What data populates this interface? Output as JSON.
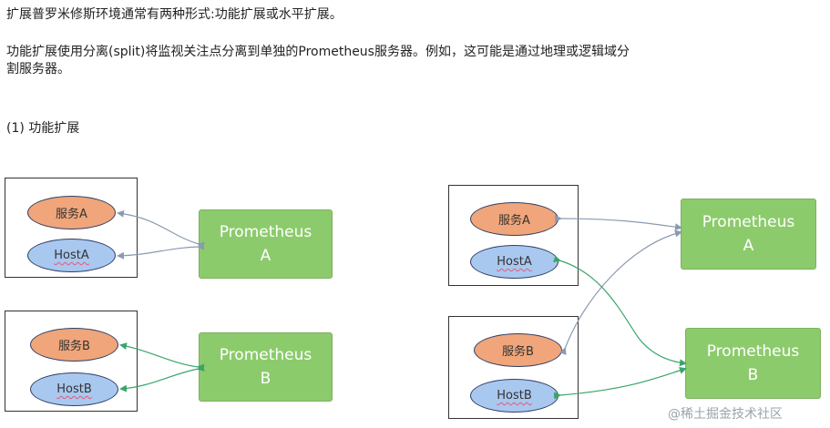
{
  "text": {
    "line1": "扩展普罗米修斯环境通常有两种形式:功能扩展或水平扩展。",
    "line2": "功能扩展使用分离(split)将监视关注点分离到单独的Prometheus服务器。例如，这可能是通过地理或逻辑域分",
    "line3": "割服务器。",
    "heading": "(1) 功能扩展"
  },
  "left_diagram": {
    "service_a": "服务A",
    "host_a": "HostA",
    "service_b": "服务B",
    "host_b": "HostB",
    "prom_a": {
      "name": "Prometheus",
      "id": "A"
    },
    "prom_b": {
      "name": "Prometheus",
      "id": "B"
    }
  },
  "right_diagram": {
    "service_a": "服务A",
    "host_a": "HostA",
    "service_b": "服务B",
    "host_b": "HostB",
    "prom_a": {
      "name": "Prometheus",
      "id": "A"
    },
    "prom_b": {
      "name": "Prometheus",
      "id": "B"
    }
  },
  "watermark": "@稀土掘金技术社区",
  "colors": {
    "service_fill": "#f0a57a",
    "host_fill": "#a9c8ef",
    "prometheus_fill": "#8ccb6c",
    "arrow_a": "#8a9ab0",
    "arrow_b": "#3aa56a"
  }
}
